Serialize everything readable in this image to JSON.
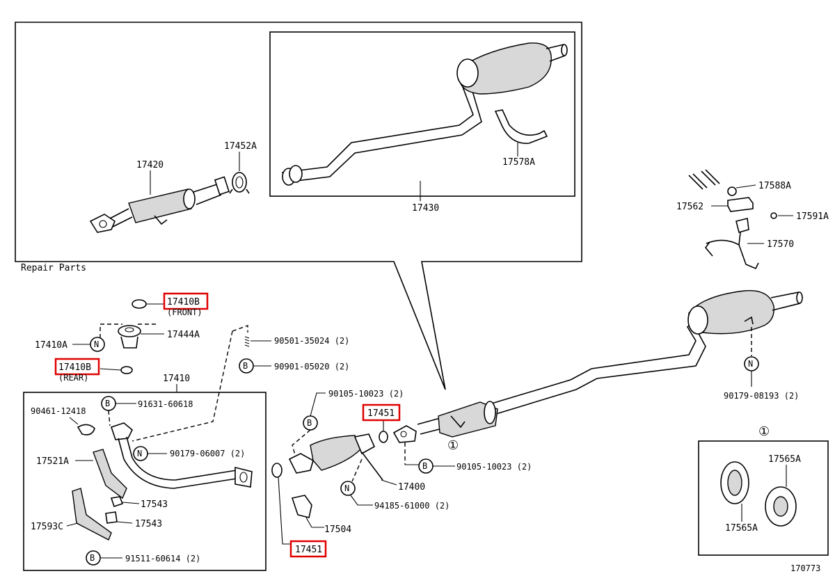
{
  "diagram": {
    "repair_parts_title": "Repair Parts",
    "figure_number": "170773",
    "detail_marker": "①",
    "symbols": {
      "N": "N",
      "B": "B"
    },
    "labels": {
      "p17420": "17420",
      "p17452A": "17452A",
      "p17430": "17430",
      "p17578A": "17578A",
      "p17588A": "17588A",
      "p17562": "17562",
      "p17591A": "17591A",
      "p17570": "17570",
      "p17410B_front": "17410B",
      "front_note": "(FRONT)",
      "p17444A": "17444A",
      "p17410A": "17410A",
      "p90501": "90501-35024 (2)",
      "p17410B_rear": "17410B",
      "rear_note": "(REAR)",
      "p90901": "90901-05020 (2)",
      "p17410": "17410",
      "p90461": "90461-12418",
      "p91631": "91631-60618",
      "p90179_06007": "90179-06007 (2)",
      "p17521A": "17521A",
      "p17543a": "17543",
      "p17543b": "17543",
      "p17593C": "17593C",
      "p91511": "91511-60614 (2)",
      "p90105_top": "90105-10023 (2)",
      "p17451_top": "17451",
      "p17400": "17400",
      "p90105_right": "90105-10023 (2)",
      "p94185": "94185-61000 (2)",
      "p17504": "17504",
      "p17451_bottom": "17451",
      "p90179_08193": "90179-08193 (2)",
      "p17565A_top": "17565A",
      "p17565A_bottom": "17565A"
    },
    "highlight_color": "#e00000"
  }
}
